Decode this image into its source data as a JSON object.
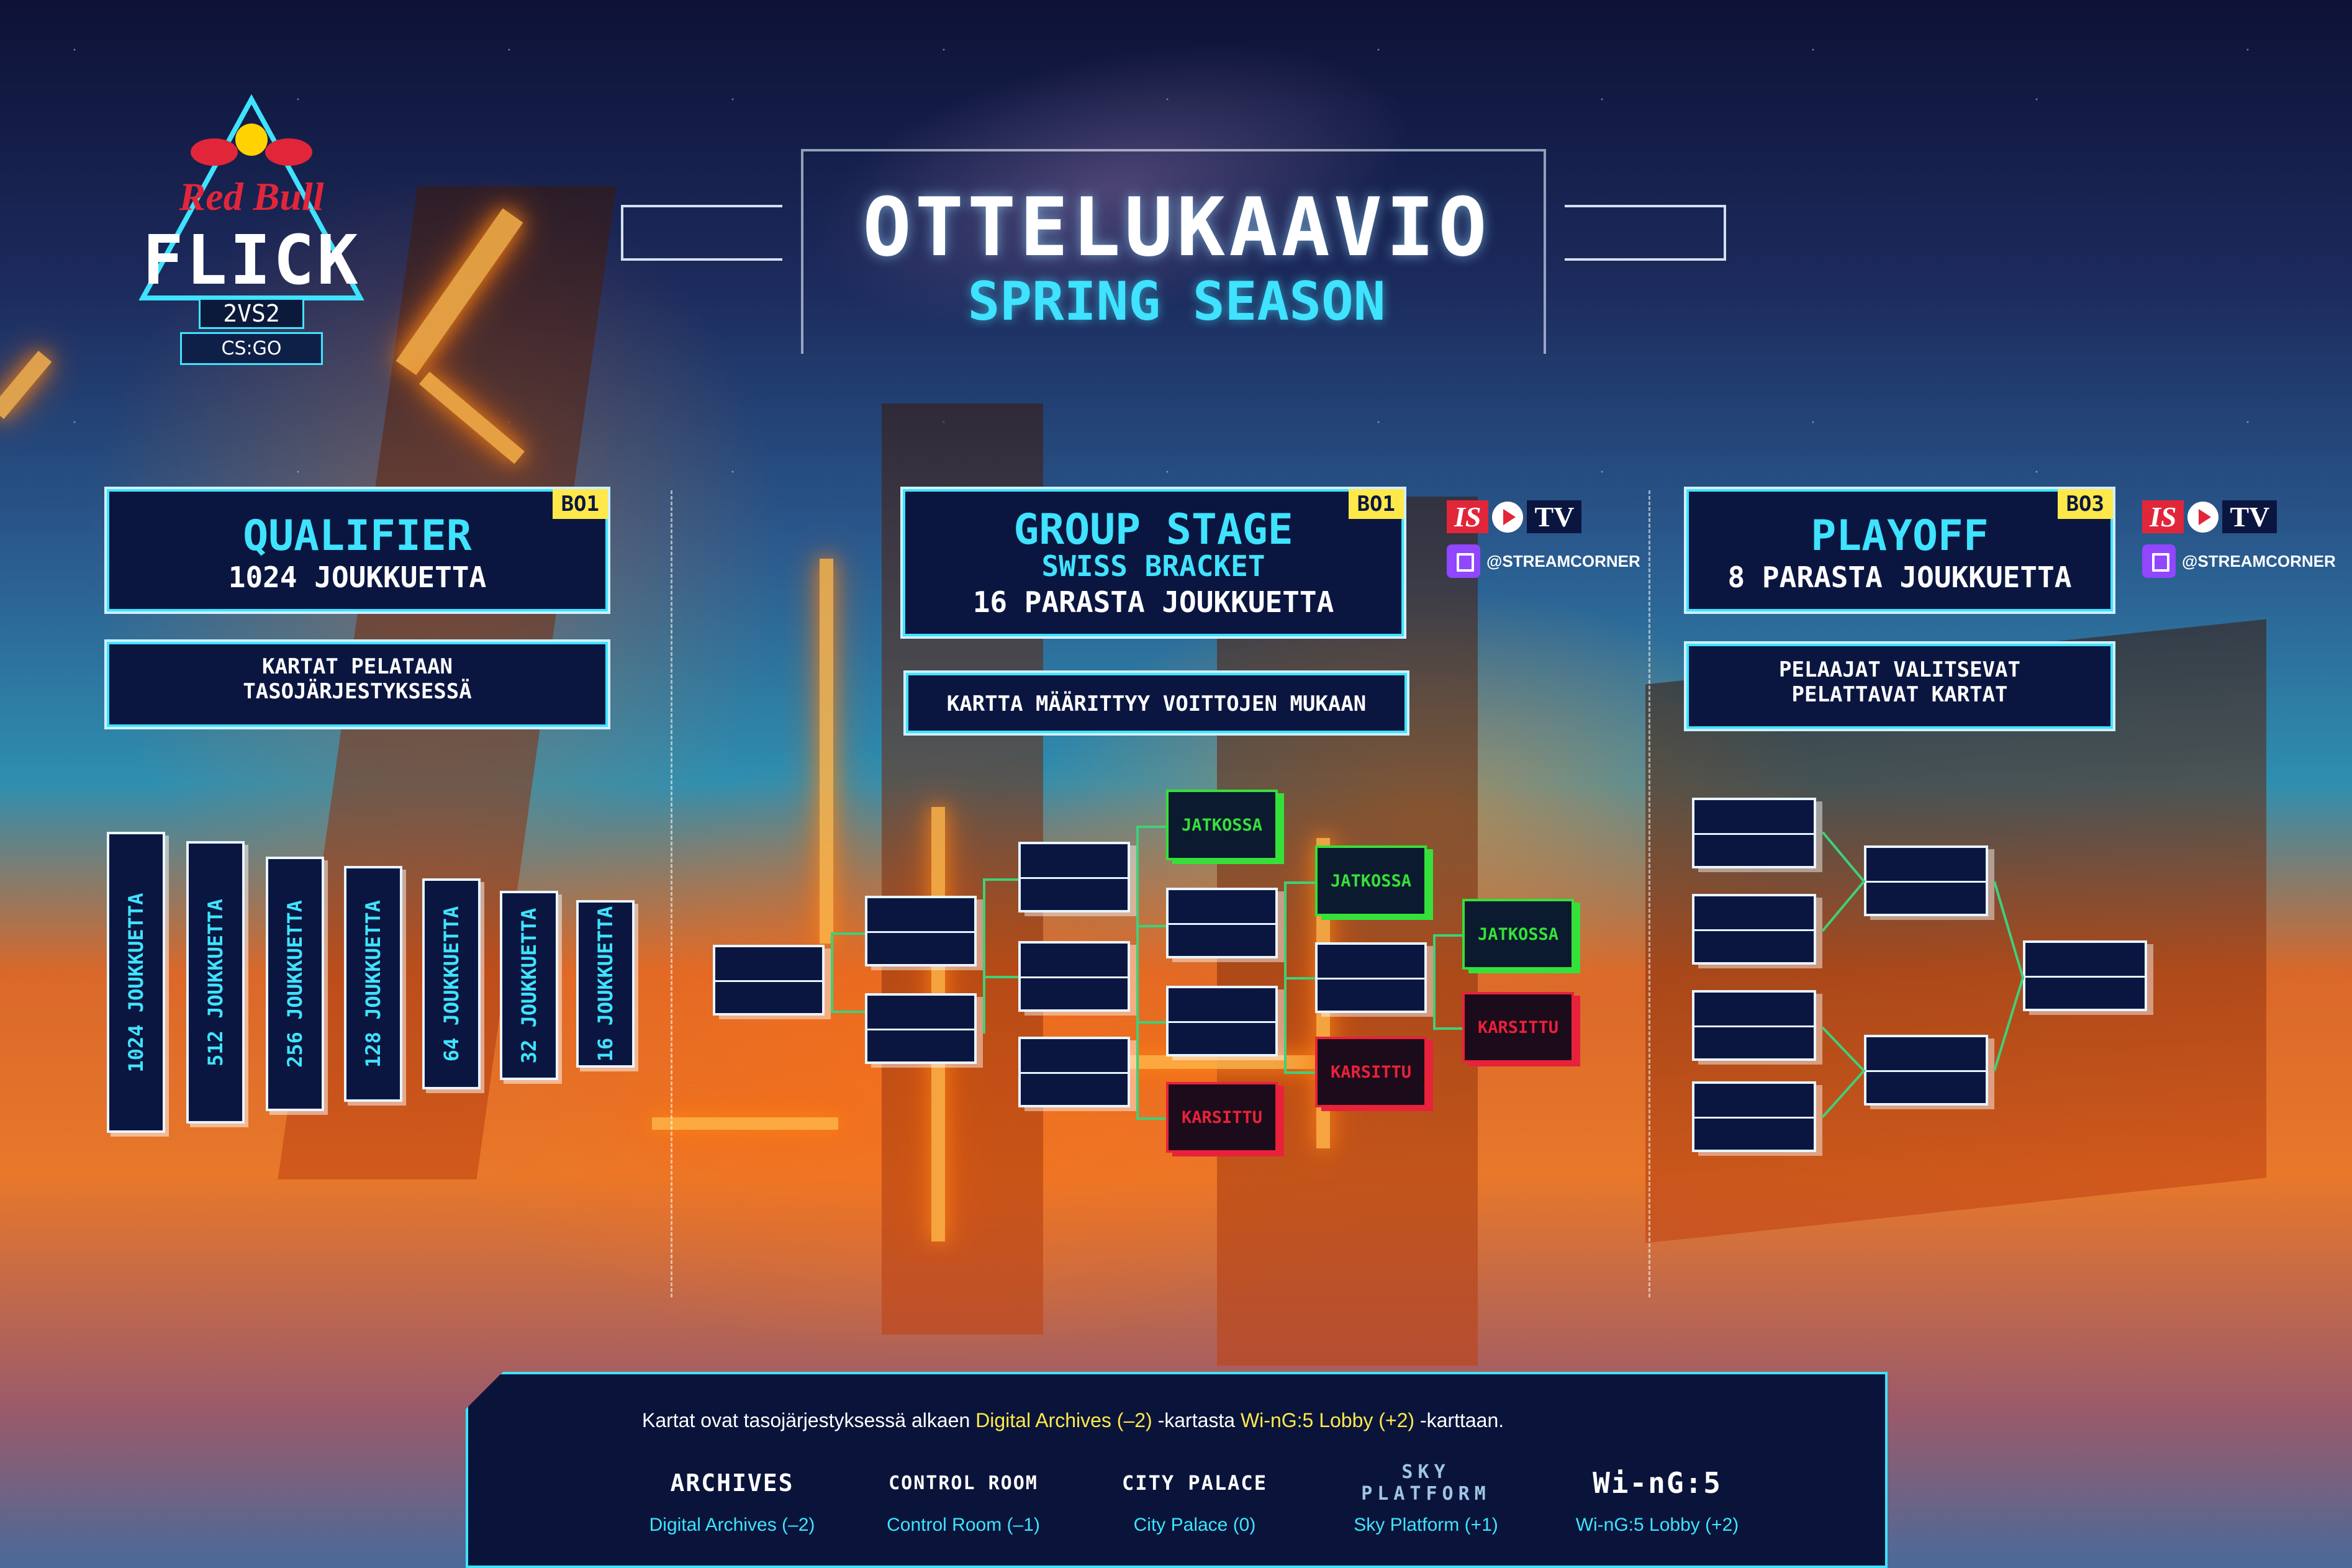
{
  "title": {
    "main": "OTTELUKAAVIO",
    "sub": "SPRING SEASON"
  },
  "logo": {
    "brand": "Red Bull",
    "name": "FLICK",
    "format": "2VS2",
    "game": "CS:GO"
  },
  "qualifier": {
    "title": "QUALIFIER",
    "subtitle": "1024 JOUKKUETTA",
    "bo": "BO1",
    "note_line1": "KARTAT PELATAAN",
    "note_line2": "TASOJÄRJESTYKSESSÄ",
    "rounds": [
      "1024 JOUKKUETTA",
      "512 JOUKKUETTA",
      "256 JOUKKUETTA",
      "128 JOUKKUETTA",
      "64 JOUKKUETTA",
      "32 JOUKKUETTA",
      "16 JOUKKUETTA"
    ]
  },
  "group_stage": {
    "title": "GROUP STAGE",
    "subtitle": "SWISS BRACKET",
    "teams": "16 PARASTA JOUKKUETTA",
    "bo": "BO1",
    "note": "KARTTA MÄÄRITTYY VOITTOJEN MUKAAN",
    "advance_label": "JATKOSSA",
    "eliminated_label": "KARSITTU"
  },
  "playoff": {
    "title": "PLAYOFF",
    "subtitle": "8 PARASTA JOUKKUETTA",
    "bo": "BO3",
    "note_line1": "PELAAJAT VALITSEVAT",
    "note_line2": "PELATTAVAT KARTAT"
  },
  "social": {
    "is": "IS",
    "tv": "TV",
    "handle": "@STREAMCORNER"
  },
  "footer": {
    "text_before": "Kartat ovat tasojärjestyksessä alkaen ",
    "map_from": "Digital Archives (–2)",
    "text_mid": " -kartasta ",
    "map_to": "Wi-nG:5 Lobby (+2)",
    "text_after": " -karttaan.",
    "maps": [
      {
        "logo": "ARCHIVES",
        "name": "Digital Archives (–2)"
      },
      {
        "logo": "CONTROL ROOM",
        "name": "Control Room (–1)"
      },
      {
        "logo": "CITY PALACE",
        "name": "City Palace (0)"
      },
      {
        "logo": "SKY PLATFORM",
        "name": "Sky Platform (+1)"
      },
      {
        "logo": "Wi-nG:5",
        "name": "Wi-nG:5 Lobby (+2)"
      }
    ]
  },
  "colors": {
    "accent": "#3fe3ff",
    "advance": "#36e03a",
    "eliminated": "#e8223a",
    "badge": "#ffe94a",
    "panel": "#0b1640"
  }
}
